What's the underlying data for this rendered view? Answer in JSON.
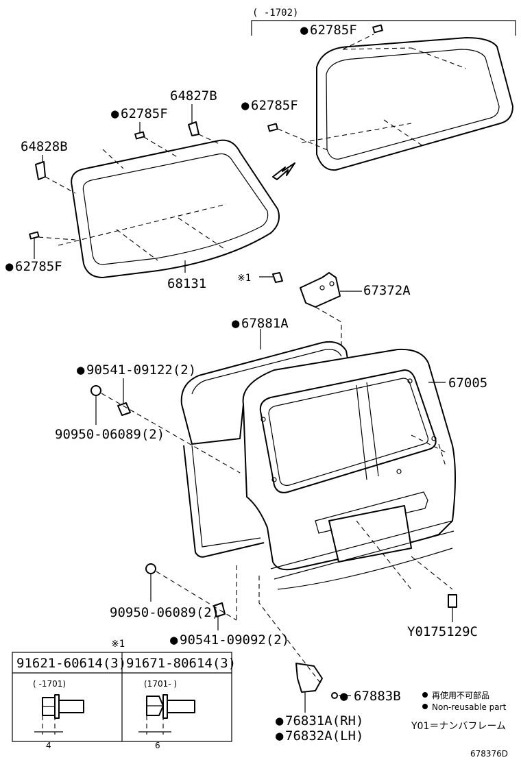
{
  "callouts": {
    "range_1702": "(      -1702)",
    "p62785f_top": "62785F",
    "p62785f_left_top": "62785F",
    "p62785f_right": "62785F",
    "p62785f_left_bottom": "62785F",
    "p64827b": "64827B",
    "p64828b": "64828B",
    "p68131": "68131",
    "p67372a": "67372A",
    "note_ref": "※1",
    "p67881a": "67881A",
    "p67005": "67005",
    "p90541_09122": "90541-09122(2)",
    "p90950_06089_upper": "90950-06089(2)",
    "p90950_06089_lower": "90950-06089(2)",
    "p90541_09092": "90541-09092(2)",
    "y01_plate": "Y0175129C",
    "p67883b": "67883B",
    "p76831a": "76831A(RH)",
    "p76832a": "76832A(LH)"
  },
  "inset": {
    "ref": "※1",
    "col1_part": "91621-60614(3)",
    "col2_part": "91671-80614(3)",
    "col1_range": "(      -1701)",
    "col2_range": "(1701-      )",
    "col1_dim": "4",
    "col2_dim": "6"
  },
  "legend": {
    "reuse_jp": "再使用不可部品",
    "reuse_en": "Non-reusable part",
    "y01_note": "Y01＝ナンバフレーム"
  },
  "diagram_id": "678376D"
}
